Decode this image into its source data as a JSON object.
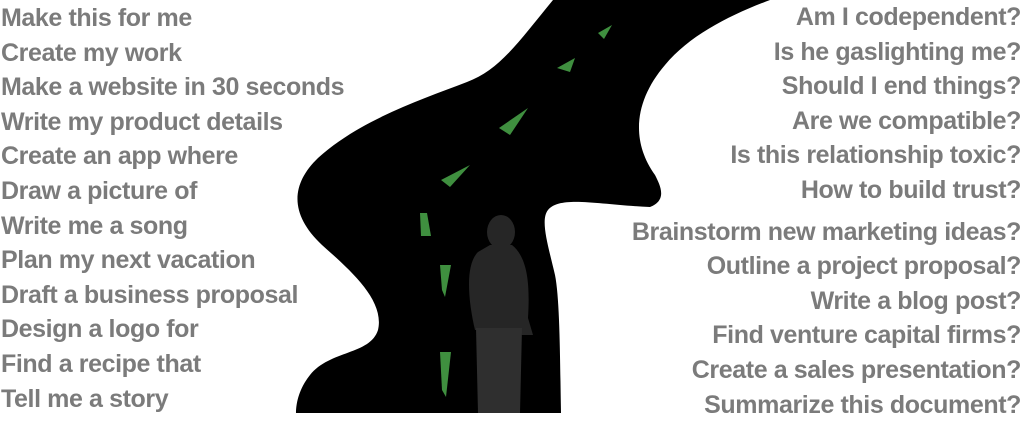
{
  "left_prompts": [
    "Make this for me",
    "Create my work",
    "Make a website in 30 seconds",
    "Write my product details",
    "Create an app where",
    "Draw a picture of",
    "Write me a song",
    "Plan my next vacation",
    "Draft a business proposal",
    "Design a logo for",
    "Find a recipe that",
    "Tell me a story"
  ],
  "right_prompts_relationship": [
    "Am I codependent?",
    "Is he gaslighting me?",
    "Should I end things?",
    "Are we compatible?",
    "Is this relationship toxic?",
    "How to build trust?"
  ],
  "right_prompts_work": [
    "Brainstorm new marketing ideas?",
    "Outline a project proposal?",
    "Write a blog post?",
    "Find venture capital firms?",
    "Create a sales presentation?",
    "Summarize this document?"
  ],
  "colors": {
    "text": "#7b7b7b",
    "road": "#000000",
    "dash": "#3f8f3f",
    "figure": "#2a2a2a"
  }
}
